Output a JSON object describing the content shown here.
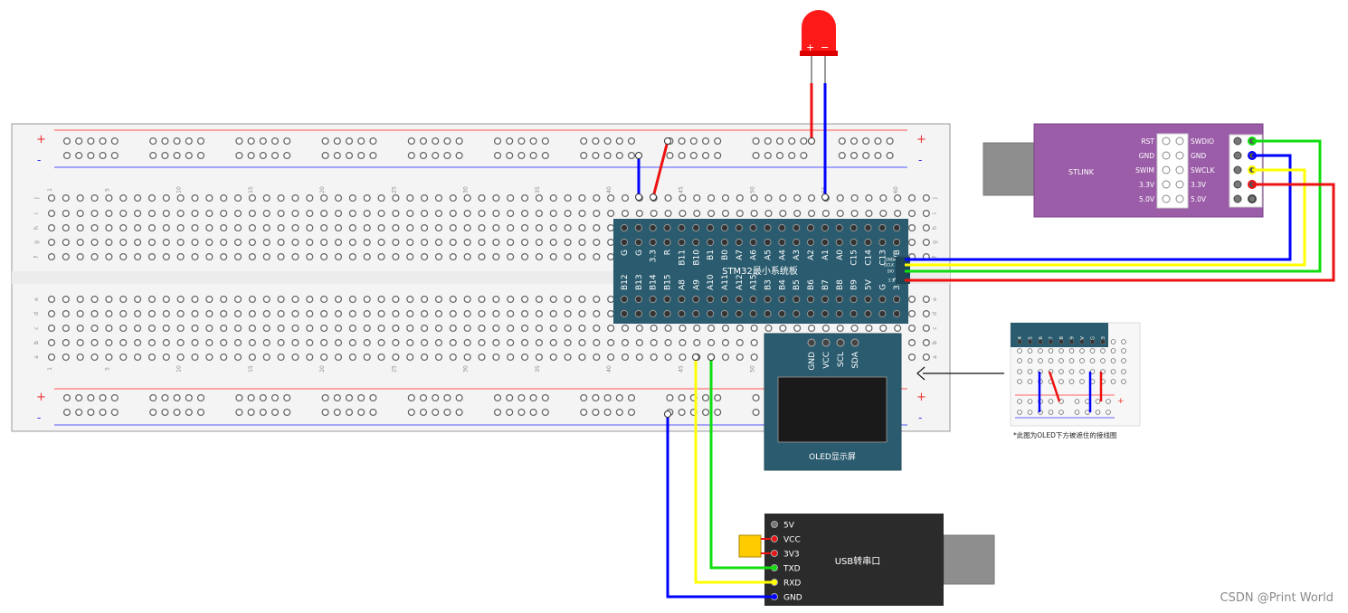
{
  "breadboard": {
    "plus": "+",
    "minus": "-",
    "column_numbers": [
      "1",
      "5",
      "10",
      "15",
      "20",
      "25",
      "30",
      "35",
      "40",
      "45",
      "50",
      "55",
      "60"
    ],
    "row_letters_top": [
      "j",
      "i",
      "h",
      "g",
      "f"
    ],
    "row_letters_bottom": [
      "e",
      "d",
      "c",
      "b",
      "a"
    ]
  },
  "led": {
    "plus": "+",
    "minus": "−"
  },
  "stm32": {
    "title": "STM32最小系统板",
    "top_pins": [
      "G",
      "G",
      "3.3",
      "R",
      "B11",
      "B10",
      "B1",
      "B0",
      "A7",
      "A6",
      "A5",
      "A4",
      "A3",
      "A2",
      "A1",
      "A0",
      "C15",
      "C14",
      "C13",
      "VB"
    ],
    "bottom_pins": [
      "B12",
      "B13",
      "B14",
      "B15",
      "A8",
      "A9",
      "A10",
      "A11",
      "A12",
      "A15",
      "B3",
      "B4",
      "B5",
      "B6",
      "B7",
      "B8",
      "B9",
      "5V",
      "G",
      "3.3"
    ],
    "swd_pins": [
      "GND",
      "DCLK",
      "DIO",
      "3.3"
    ]
  },
  "stlink": {
    "title": "STLINK",
    "left_labels": [
      "RST",
      "GND",
      "SWIM",
      "3.3V",
      "5.0V"
    ],
    "right_labels": [
      "SWDIO",
      "GND",
      "SWCLK",
      "3.3V",
      "5.0V"
    ]
  },
  "oled": {
    "title": "OLED显示屏",
    "pins": [
      "GND",
      "VCC",
      "SCL",
      "SDA"
    ]
  },
  "usb_serial": {
    "title": "USB转串口",
    "pins": [
      "5V",
      "VCC",
      "3V3",
      "TXD",
      "RXD",
      "GND"
    ]
  },
  "inset": {
    "pins": [
      "B4",
      "B5",
      "B6",
      "B7",
      "B8",
      "B9",
      "5V",
      "G",
      "3.3"
    ],
    "caption": "*此图为OLED下方被遮住的接线图"
  },
  "watermark": "CSDN @Print World",
  "colors": {
    "wire_blue": "#0000ff",
    "wire_red": "#ee1111",
    "wire_green": "#11dd11",
    "wire_yellow": "#ffff00",
    "pcb_blue": "#2a5b6e",
    "stlink_purple": "#9b5ca8",
    "usb_black": "#2b2b2b",
    "led_red": "#ff1a1a"
  }
}
